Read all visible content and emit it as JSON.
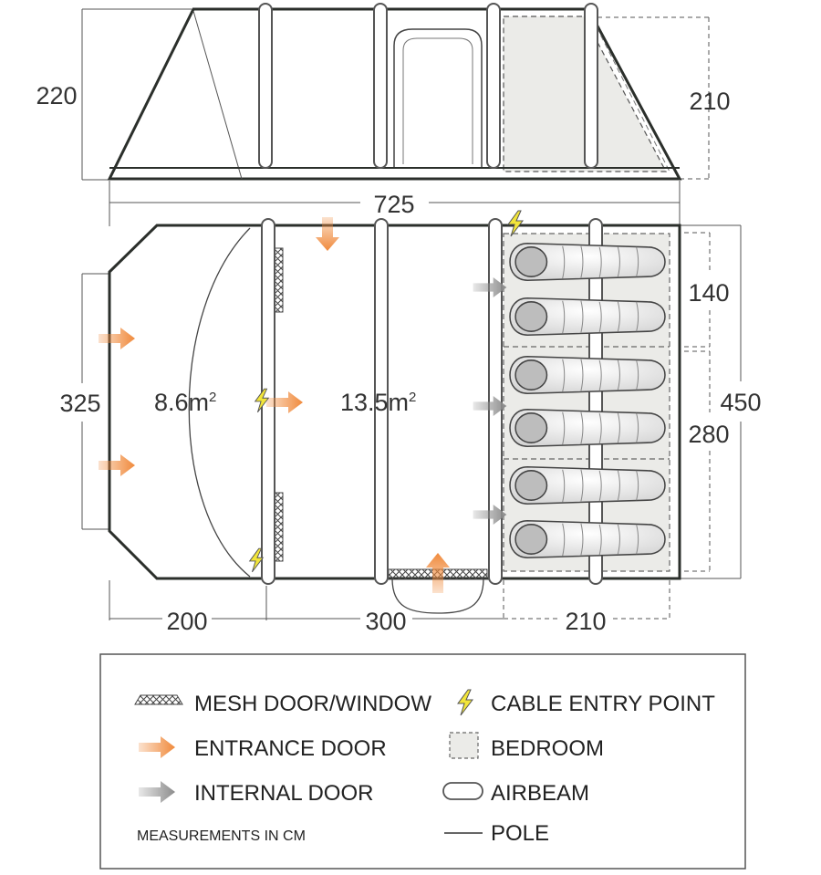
{
  "dimensions": {
    "height_front": "220",
    "height_rear": "210",
    "total_length": "725",
    "front_width": "325",
    "total_width": "450",
    "bedroom_small_width": "140",
    "bedroom_large_width": "280",
    "porch_length": "200",
    "living_length": "300",
    "bedroom_length": "210"
  },
  "areas": {
    "porch": {
      "value": "8.6m",
      "sup": "2"
    },
    "living": {
      "value": "13.5m",
      "sup": "2"
    }
  },
  "legend": {
    "mesh": "MESH DOOR/WINDOW",
    "entrance": "ENTRANCE DOOR",
    "internal": "INTERNAL DOOR",
    "units_note": "MEASUREMENTS IN CM",
    "cable": "CABLE ENTRY POINT",
    "bedroom": "BEDROOM",
    "airbeam": "AIRBEAM",
    "pole": "POLE"
  },
  "colors": {
    "outline": "#2b2f2b",
    "fill_tent": "#ffffff",
    "bedroom_fill": "#ebebe8",
    "entrance_arrow": "#f08a3c",
    "internal_arrow": "#8c8c8c",
    "cable_bolt": "#f2e53a"
  },
  "icons": [
    "mesh-icon",
    "entrance-arrow-icon",
    "internal-arrow-icon",
    "lightning-icon",
    "bedroom-icon",
    "airbeam-icon",
    "pole-icon",
    "sleeping-bag-icon"
  ]
}
